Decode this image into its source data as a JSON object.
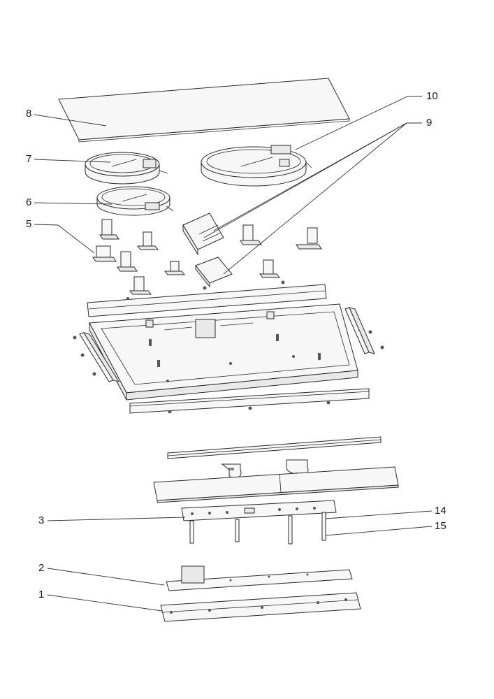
{
  "callouts": [
    {
      "id": "c8",
      "text": "8"
    },
    {
      "id": "c7",
      "text": "7"
    },
    {
      "id": "c6",
      "text": "6"
    },
    {
      "id": "c5",
      "text": "5"
    },
    {
      "id": "c10",
      "text": "10"
    },
    {
      "id": "c9",
      "text": "9"
    },
    {
      "id": "c3",
      "text": "3"
    },
    {
      "id": "c14",
      "text": "14"
    },
    {
      "id": "c15",
      "text": "15"
    },
    {
      "id": "c2",
      "text": "2"
    },
    {
      "id": "c1",
      "text": "1"
    }
  ],
  "colors": {
    "line": "#2a2a2a",
    "fill": "#f7f7f7",
    "background": "#ffffff"
  }
}
